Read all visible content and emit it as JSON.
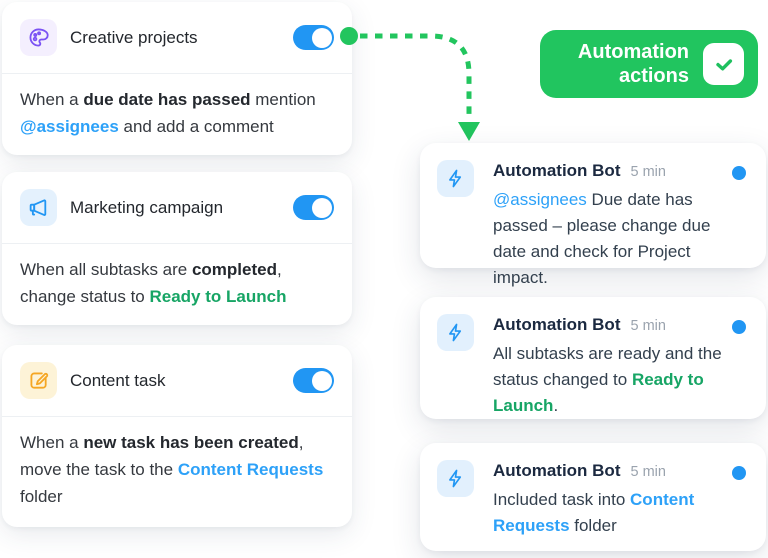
{
  "colors": {
    "toggle_blue": "#2196f3",
    "link_blue": "#2da1f8",
    "arrow_green": "#22c55e",
    "badge_green": "#21c55f",
    "text_green": "#17a565",
    "palette_purple": "#7b52f4",
    "megaphone_blue": "#2196f3",
    "edit_orange": "#f5a623"
  },
  "automation_cards": [
    {
      "label": "Creative projects",
      "icon": "palette-icon",
      "icon_bg": "#f4effe",
      "toggle_on": true,
      "segments": [
        {
          "text": "When a ",
          "style": "normal"
        },
        {
          "text": "due date has passed",
          "style": "bold"
        },
        {
          "text": " mention ",
          "style": "normal"
        },
        {
          "text": "@assignees",
          "style": "bold-blue"
        },
        {
          "text": " and add a comment",
          "style": "normal"
        }
      ]
    },
    {
      "label": "Marketing campaign",
      "icon": "megaphone-icon",
      "icon_bg": "#e4f1fd",
      "toggle_on": true,
      "segments": [
        {
          "text": "When all subtasks are ",
          "style": "normal"
        },
        {
          "text": "completed",
          "style": "bold"
        },
        {
          "text": ", change status to ",
          "style": "normal"
        },
        {
          "text": "Ready to Launch",
          "style": "bold-green"
        }
      ]
    },
    {
      "label": "Content task",
      "icon": "edit-icon",
      "icon_bg": "#fdf3d7",
      "toggle_on": true,
      "segments": [
        {
          "text": "When a ",
          "style": "normal"
        },
        {
          "text": "new task has been created",
          "style": "bold"
        },
        {
          "text": ", move the task to the ",
          "style": "normal"
        },
        {
          "text": "Content Requests",
          "style": "bold-blue"
        },
        {
          "text": " folder",
          "style": "normal"
        }
      ]
    }
  ],
  "badge": {
    "line1": "Automation",
    "line2": "actions",
    "icon": "check-icon"
  },
  "notifications": [
    {
      "sender": "Automation Bot",
      "time": "5 min",
      "unread": true,
      "icon": "lightning-icon",
      "segments": [
        {
          "text": "@assignees",
          "style": "blue"
        },
        {
          "text": " Due date has passed – please change due date and check for Project impact.",
          "style": "normal"
        }
      ]
    },
    {
      "sender": "Automation Bot",
      "time": "5 min",
      "unread": true,
      "icon": "lightning-icon",
      "segments": [
        {
          "text": "All subtasks are ready and the status changed to ",
          "style": "normal"
        },
        {
          "text": "Ready to Launch",
          "style": "bold-green"
        },
        {
          "text": ".",
          "style": "normal"
        }
      ]
    },
    {
      "sender": "Automation Bot",
      "time": "5 min",
      "unread": true,
      "icon": "lightning-icon",
      "segments": [
        {
          "text": "Included task into ",
          "style": "normal"
        },
        {
          "text": "Content Requests",
          "style": "bold-blue"
        },
        {
          "text": " folder",
          "style": "normal"
        }
      ]
    }
  ]
}
